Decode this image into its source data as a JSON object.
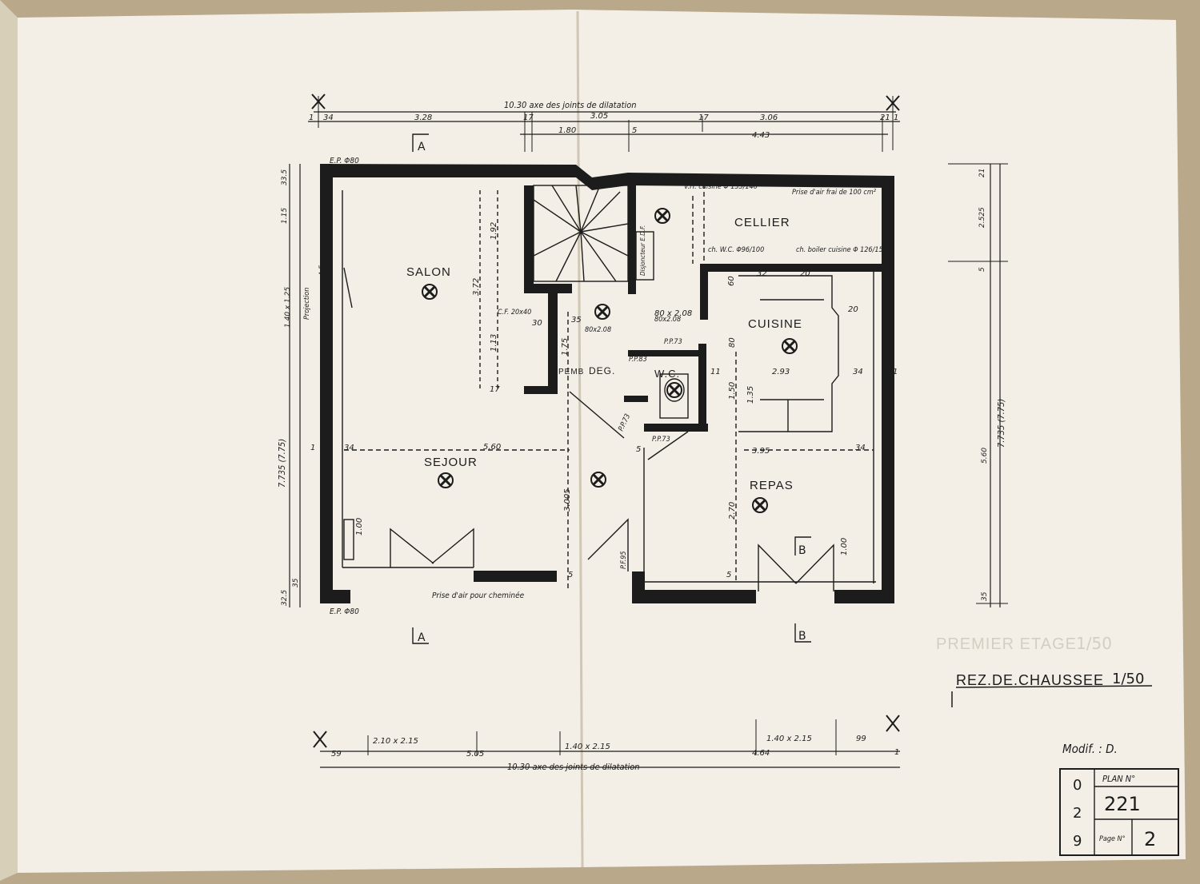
{
  "plan": {
    "title": "REZ.DE.CHAUSSEE",
    "scale": "1/50",
    "ghost_title": "PREMIER ETAGE",
    "ghost_scale": "1/50",
    "modif": "Modif. : D.",
    "cartouche": {
      "digits": [
        "0",
        "2",
        "9"
      ],
      "plan_label": "PLAN N°",
      "plan_number": "221",
      "page_label": "Page N°",
      "page_number": "2"
    },
    "sections": {
      "a": "A",
      "b": "B"
    }
  },
  "rooms": {
    "salon": "SALON",
    "sejour": "SEJOUR",
    "cellier": "CELLIER",
    "cuisine": "CUISINE",
    "repas": "REPAS",
    "wc": "W.C.",
    "deg": "DEG.",
    "pemb": "PEMB"
  },
  "annotations": {
    "ep_top": "E.P. Φ80",
    "ep_bottom": "E.P. Φ80",
    "vh_cuisine": "V.H. cuisine Φ 133/140",
    "prise_air_frais": "Prise d'air frai de 100 cm²",
    "ch_wc": "ch. W.C. Φ96/100",
    "ch_boiler": "ch. boiler cuisine Φ 126/150",
    "prise_air_cheminee": "Prise d'air pour cheminée",
    "disjoncteur": "Disjoncteur E.D.F.",
    "projection": "Projection",
    "af": "A.F.",
    "cf": "C.F. 20x40",
    "door_80x208_a": "80x2.08",
    "door_80x208_b": "80x2.08",
    "pp73_a": "P.P.73",
    "pp73_b": "P.P.73",
    "pp73_c": "P.P.73",
    "p83": "P.P.83",
    "pf95": "P.F.95"
  },
  "dimensions": {
    "top_overall": "10.30 axe des joints de dilatation",
    "bottom_overall": "10.30 axe des joints de dilatation",
    "top_row1": [
      "1",
      "34",
      "3.28",
      "17",
      "3.05",
      "17",
      "3.06",
      "21",
      "1"
    ],
    "top_row2": [
      "1.80",
      "5",
      "4.43"
    ],
    "left_total": "7.735 (7.75)",
    "left_parts": [
      "33.5",
      "1.15",
      "1.40 x 1.25",
      "32.5",
      "35"
    ],
    "right_total": "7.735 (7.75)",
    "right_parts": [
      "21",
      "2.525",
      "5",
      "5.60",
      "35"
    ],
    "bottom_openings": [
      "2.10 x 2.15",
      "1.40 x 2.15",
      "1.40 x 2.15"
    ],
    "bottom_parts": [
      "59",
      "5.05",
      "4.64",
      "99",
      "1"
    ],
    "interior": [
      "34",
      "5.60",
      "3.95",
      "34",
      "2.93",
      "34",
      "3.005",
      "2.70",
      "1.35",
      "1.50",
      "80",
      "3.72",
      "1.92",
      "1.13",
      "1.75",
      "17",
      "30",
      "35",
      "1.00",
      "1.00",
      "60",
      "80 x 2.08",
      "32",
      "20",
      "20",
      "11",
      "5",
      "5",
      "5",
      "1",
      "1"
    ]
  },
  "colors": {
    "paper": "#f3efe6",
    "ink": "#1c1c1c",
    "background": "#b9a98a"
  }
}
